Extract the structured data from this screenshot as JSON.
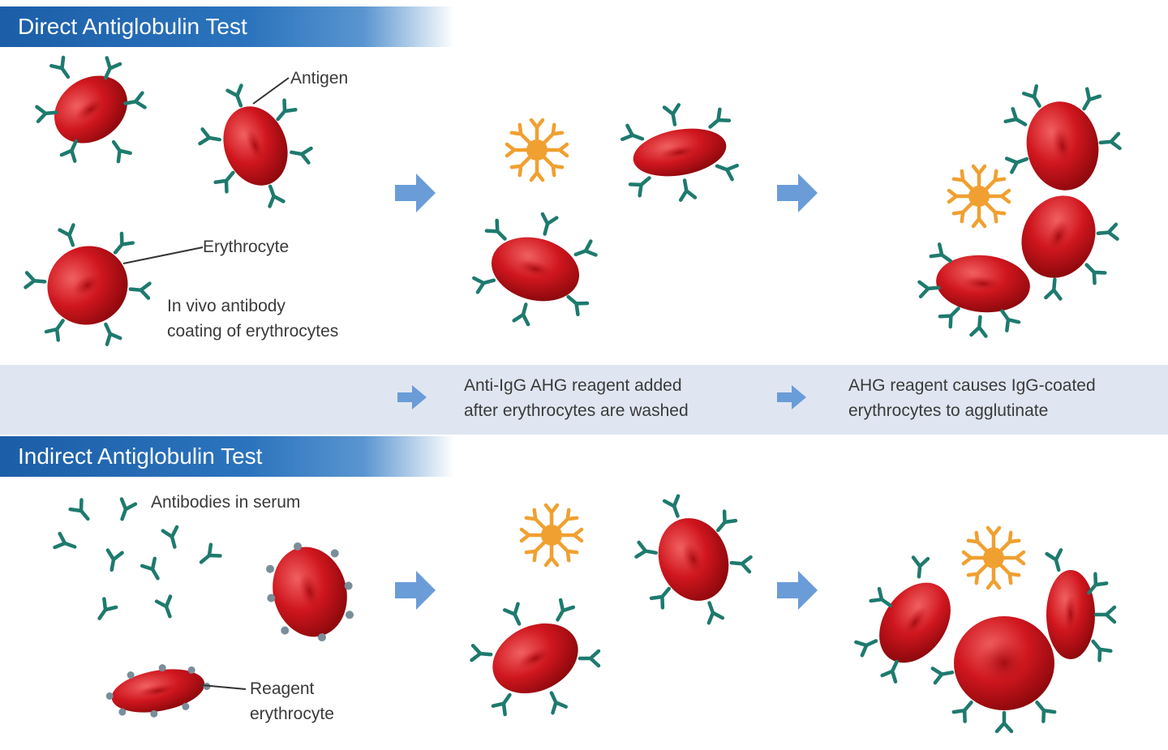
{
  "direct_test": {
    "title": "Direct Antiglobulin Test",
    "label_antigen": "Antigen",
    "label_erythrocyte": "Erythrocyte",
    "caption_line1": "In vivo antibody",
    "caption_line2": "coating of erythrocytes"
  },
  "step_captions": {
    "step2_line1": "Anti-IgG AHG reagent added",
    "step2_line2": "after erythrocytes are washed",
    "step3_line1": "AHG reagent causes IgG-coated",
    "step3_line2": "erythrocytes to agglutinate"
  },
  "indirect_test": {
    "title": "Indirect Antiglobulin Test",
    "label_antibodies": "Antibodies in serum",
    "label_reagent_line1": "Reagent",
    "label_reagent_line2": "erythrocyte"
  },
  "colors": {
    "title_bar": "#1c5ea8",
    "band": "#dfe6f1",
    "erythrocyte": "#c8161c",
    "antibody": "#1e7a6e",
    "ahg_reagent": "#f0a030",
    "arrow": "#6a9cd8",
    "reagent_antigen": "#7a8e9a"
  }
}
